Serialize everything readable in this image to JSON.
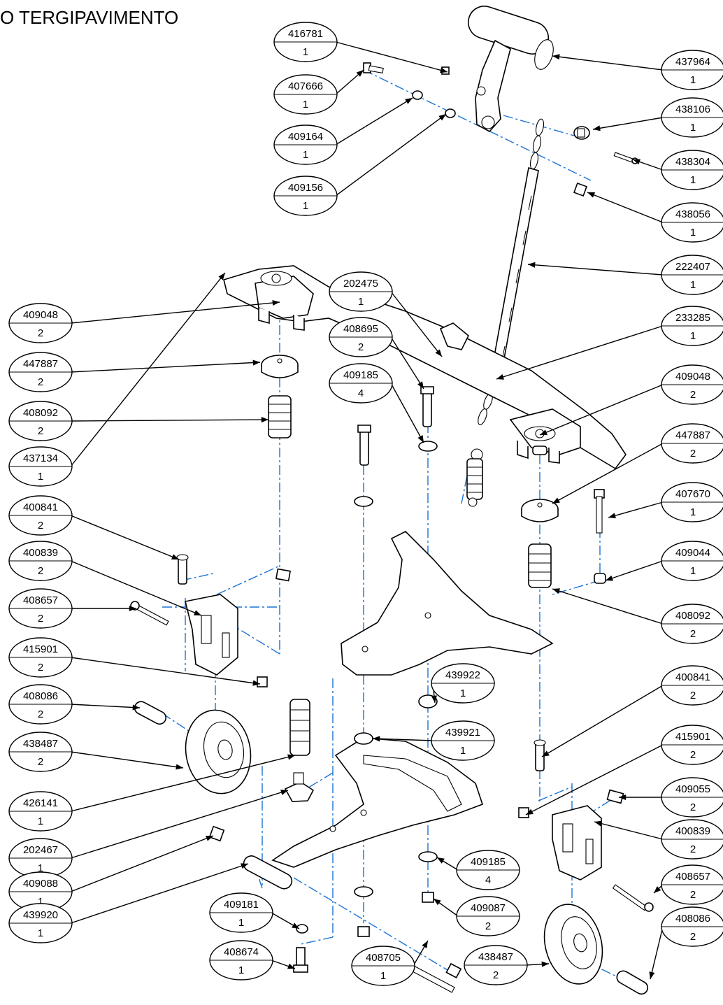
{
  "title": "O TERGIPAVIMENTO",
  "colors": {
    "axis": "#1b73d6",
    "line": "#000000",
    "background": "#ffffff"
  },
  "callouts": [
    {
      "code": "416781",
      "qty": "1"
    },
    {
      "code": "407666",
      "qty": "1"
    },
    {
      "code": "409164",
      "qty": "1"
    },
    {
      "code": "409156",
      "qty": "1"
    },
    {
      "code": "437964",
      "qty": "1"
    },
    {
      "code": "438106",
      "qty": "1"
    },
    {
      "code": "438304",
      "qty": "1"
    },
    {
      "code": "438056",
      "qty": "1"
    },
    {
      "code": "222407",
      "qty": "1"
    },
    {
      "code": "233285",
      "qty": "1"
    },
    {
      "code": "409048",
      "qty": "2"
    },
    {
      "code": "447887",
      "qty": "2"
    },
    {
      "code": "407670",
      "qty": "1"
    },
    {
      "code": "409044",
      "qty": "1"
    },
    {
      "code": "408092",
      "qty": "2"
    },
    {
      "code": "400841",
      "qty": "2"
    },
    {
      "code": "415901",
      "qty": "2"
    },
    {
      "code": "409055",
      "qty": "2"
    },
    {
      "code": "400839",
      "qty": "2"
    },
    {
      "code": "408657",
      "qty": "2"
    },
    {
      "code": "408086",
      "qty": "2"
    },
    {
      "code": "409048",
      "qty": "2"
    },
    {
      "code": "447887",
      "qty": "2"
    },
    {
      "code": "408092",
      "qty": "2"
    },
    {
      "code": "437134",
      "qty": "1"
    },
    {
      "code": "400841",
      "qty": "2"
    },
    {
      "code": "400839",
      "qty": "2"
    },
    {
      "code": "408657",
      "qty": "2"
    },
    {
      "code": "415901",
      "qty": "2"
    },
    {
      "code": "408086",
      "qty": "2"
    },
    {
      "code": "438487",
      "qty": "2"
    },
    {
      "code": "426141",
      "qty": "1"
    },
    {
      "code": "202467",
      "qty": "1"
    },
    {
      "code": "409088",
      "qty": "1"
    },
    {
      "code": "439920",
      "qty": "1"
    },
    {
      "code": "202475",
      "qty": "1"
    },
    {
      "code": "408695",
      "qty": "2"
    },
    {
      "code": "409185",
      "qty": "4"
    },
    {
      "code": "439922",
      "qty": "1"
    },
    {
      "code": "439921",
      "qty": "1"
    },
    {
      "code": "409185",
      "qty": "4"
    },
    {
      "code": "409087",
      "qty": "2"
    },
    {
      "code": "409181",
      "qty": "1"
    },
    {
      "code": "408674",
      "qty": "1"
    },
    {
      "code": "408705",
      "qty": "1"
    },
    {
      "code": "438487",
      "qty": "2"
    }
  ]
}
